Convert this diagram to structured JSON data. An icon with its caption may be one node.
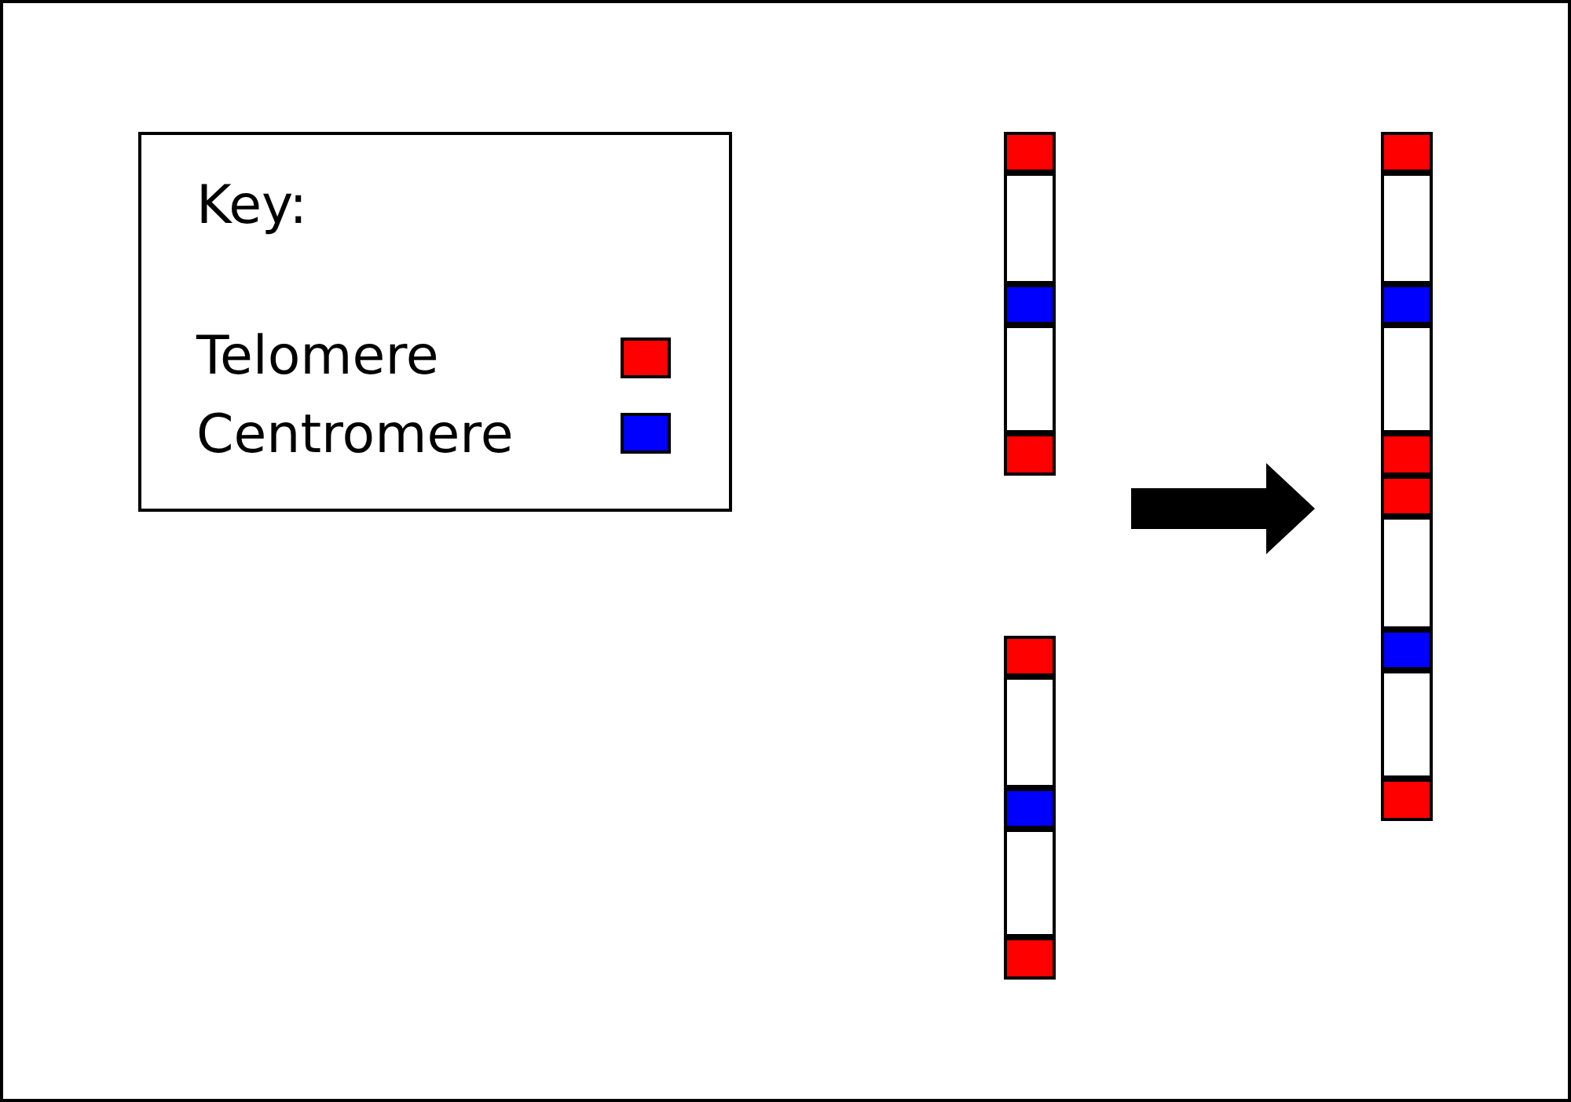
{
  "diagram": {
    "nodes": [
      {
        "text": [],
        "shape": "bar"
      },
      {
        "text": [],
        "shape": "bar"
      },
      {
        "text": [],
        "shape": "bar"
      }
    ],
    "edges": [
      {
        "from": 0,
        "to": 2,
        "arrow": "to"
      },
      {
        "from": 1,
        "to": 2,
        "arrow": "to"
      }
    ],
    "labels": [
      "Key:"
    ],
    "legend": [
      {
        "text": "Telomere",
        "color": "#ff0000"
      },
      {
        "text": "Centromere",
        "color": "#0000ff"
      }
    ]
  }
}
